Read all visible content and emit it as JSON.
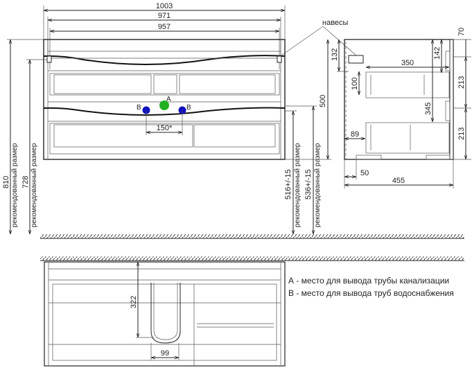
{
  "front_view": {
    "dims": {
      "width_total": "1003",
      "width_inner": "971",
      "width_basin": "957",
      "height": "500",
      "pipe_spacing": "150*"
    },
    "heights": [
      {
        "value": "810",
        "note": "рекомендованный размер"
      },
      {
        "value": "728",
        "note": "рекомендованный размер"
      },
      {
        "value": "516+/-15",
        "note": "рекомендованный размер"
      },
      {
        "value": "536+/-15",
        "note": "рекомендованный размер"
      }
    ],
    "markers": {
      "a": "A",
      "b": "B"
    },
    "colors": {
      "a": "#22b022",
      "b": "#1010c0"
    }
  },
  "side_view": {
    "hangers_label": "навесы",
    "dims": {
      "d132": "132",
      "d100": "100",
      "d142": "142",
      "d350": "350",
      "d345": "345",
      "d89": "89",
      "d50": "50",
      "d455": "455",
      "d70": "70",
      "d213a": "213",
      "d213b": "213"
    }
  },
  "top_view": {
    "dims": {
      "d322": "322",
      "d99": "99"
    }
  },
  "legend": [
    "А - место для вывода трубы канализации",
    "В - место для вывода труб водоснабжения"
  ]
}
